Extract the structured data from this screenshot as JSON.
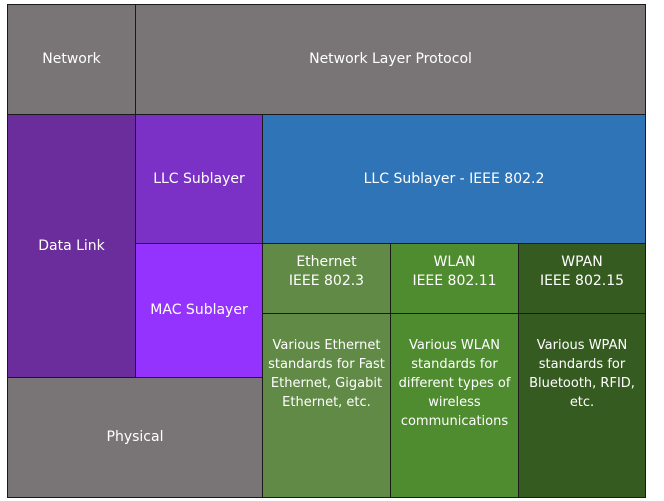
{
  "network": {
    "label": "Network",
    "protocol": "Network Layer Protocol"
  },
  "data_link": {
    "label": "Data Link",
    "llc_sublayer": "LLC Sublayer",
    "llc_standard": "LLC Sublayer - IEEE 802.2",
    "mac_sublayer": "MAC Sublayer"
  },
  "physical": {
    "label": "Physical"
  },
  "technologies": [
    {
      "name": "Ethernet\nIEEE 802.3",
      "description": "Various Ethernet\nstandards for Fast\nEthernet, Gigabit\nEthernet, etc."
    },
    {
      "name": "WLAN\nIEEE 802.11",
      "description": "Various WLAN\nstandards for\ndifferent types of\nwireless\ncommunications"
    },
    {
      "name": "WPAN\nIEEE 802.15",
      "description": "Various WPAN\nstandards for\nBluetooth, RFID,\netc."
    }
  ]
}
